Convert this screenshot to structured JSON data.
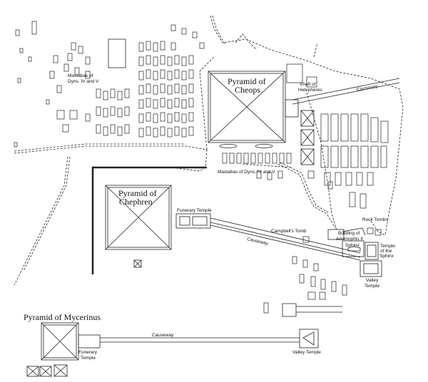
{
  "labels": {
    "cheops_1": "Pyramid of",
    "cheops_2": "Cheops",
    "chephren_1": "Pyramid of",
    "chephren_2": "Chephren",
    "mycerinus": "Pyramid of Mycerinus",
    "mastabas_west_1": "Mastabas of",
    "mastabas_west_2": "Dyns. IV and V",
    "mastabas_south": "Mastabas of Dyns. IV and V",
    "shaft_1": "Shaft of",
    "shaft_2": "Hetepheres",
    "causeway_cheops": "Causeway",
    "funerary_chephren": "Funerary Temple",
    "campbells_tomb": "Campbell's Tomb",
    "causeway_chephren": "Causeway",
    "building_1": "Building of",
    "building_2": "Amenophis II",
    "rock_tombs": "Rock Tombs",
    "temple_sphinx_1": "Temple",
    "temple_sphinx_2": "of the",
    "temple_sphinx_3": "Sphinx",
    "sphinx": "Sphinx",
    "valley_chephren_1": "Valley",
    "valley_chephren_2": "Temple",
    "funerary_myc_1": "Funerary",
    "funerary_myc_2": "Temple",
    "causeway_myc": "Causeway",
    "valley_myc": "Valley Temple"
  }
}
